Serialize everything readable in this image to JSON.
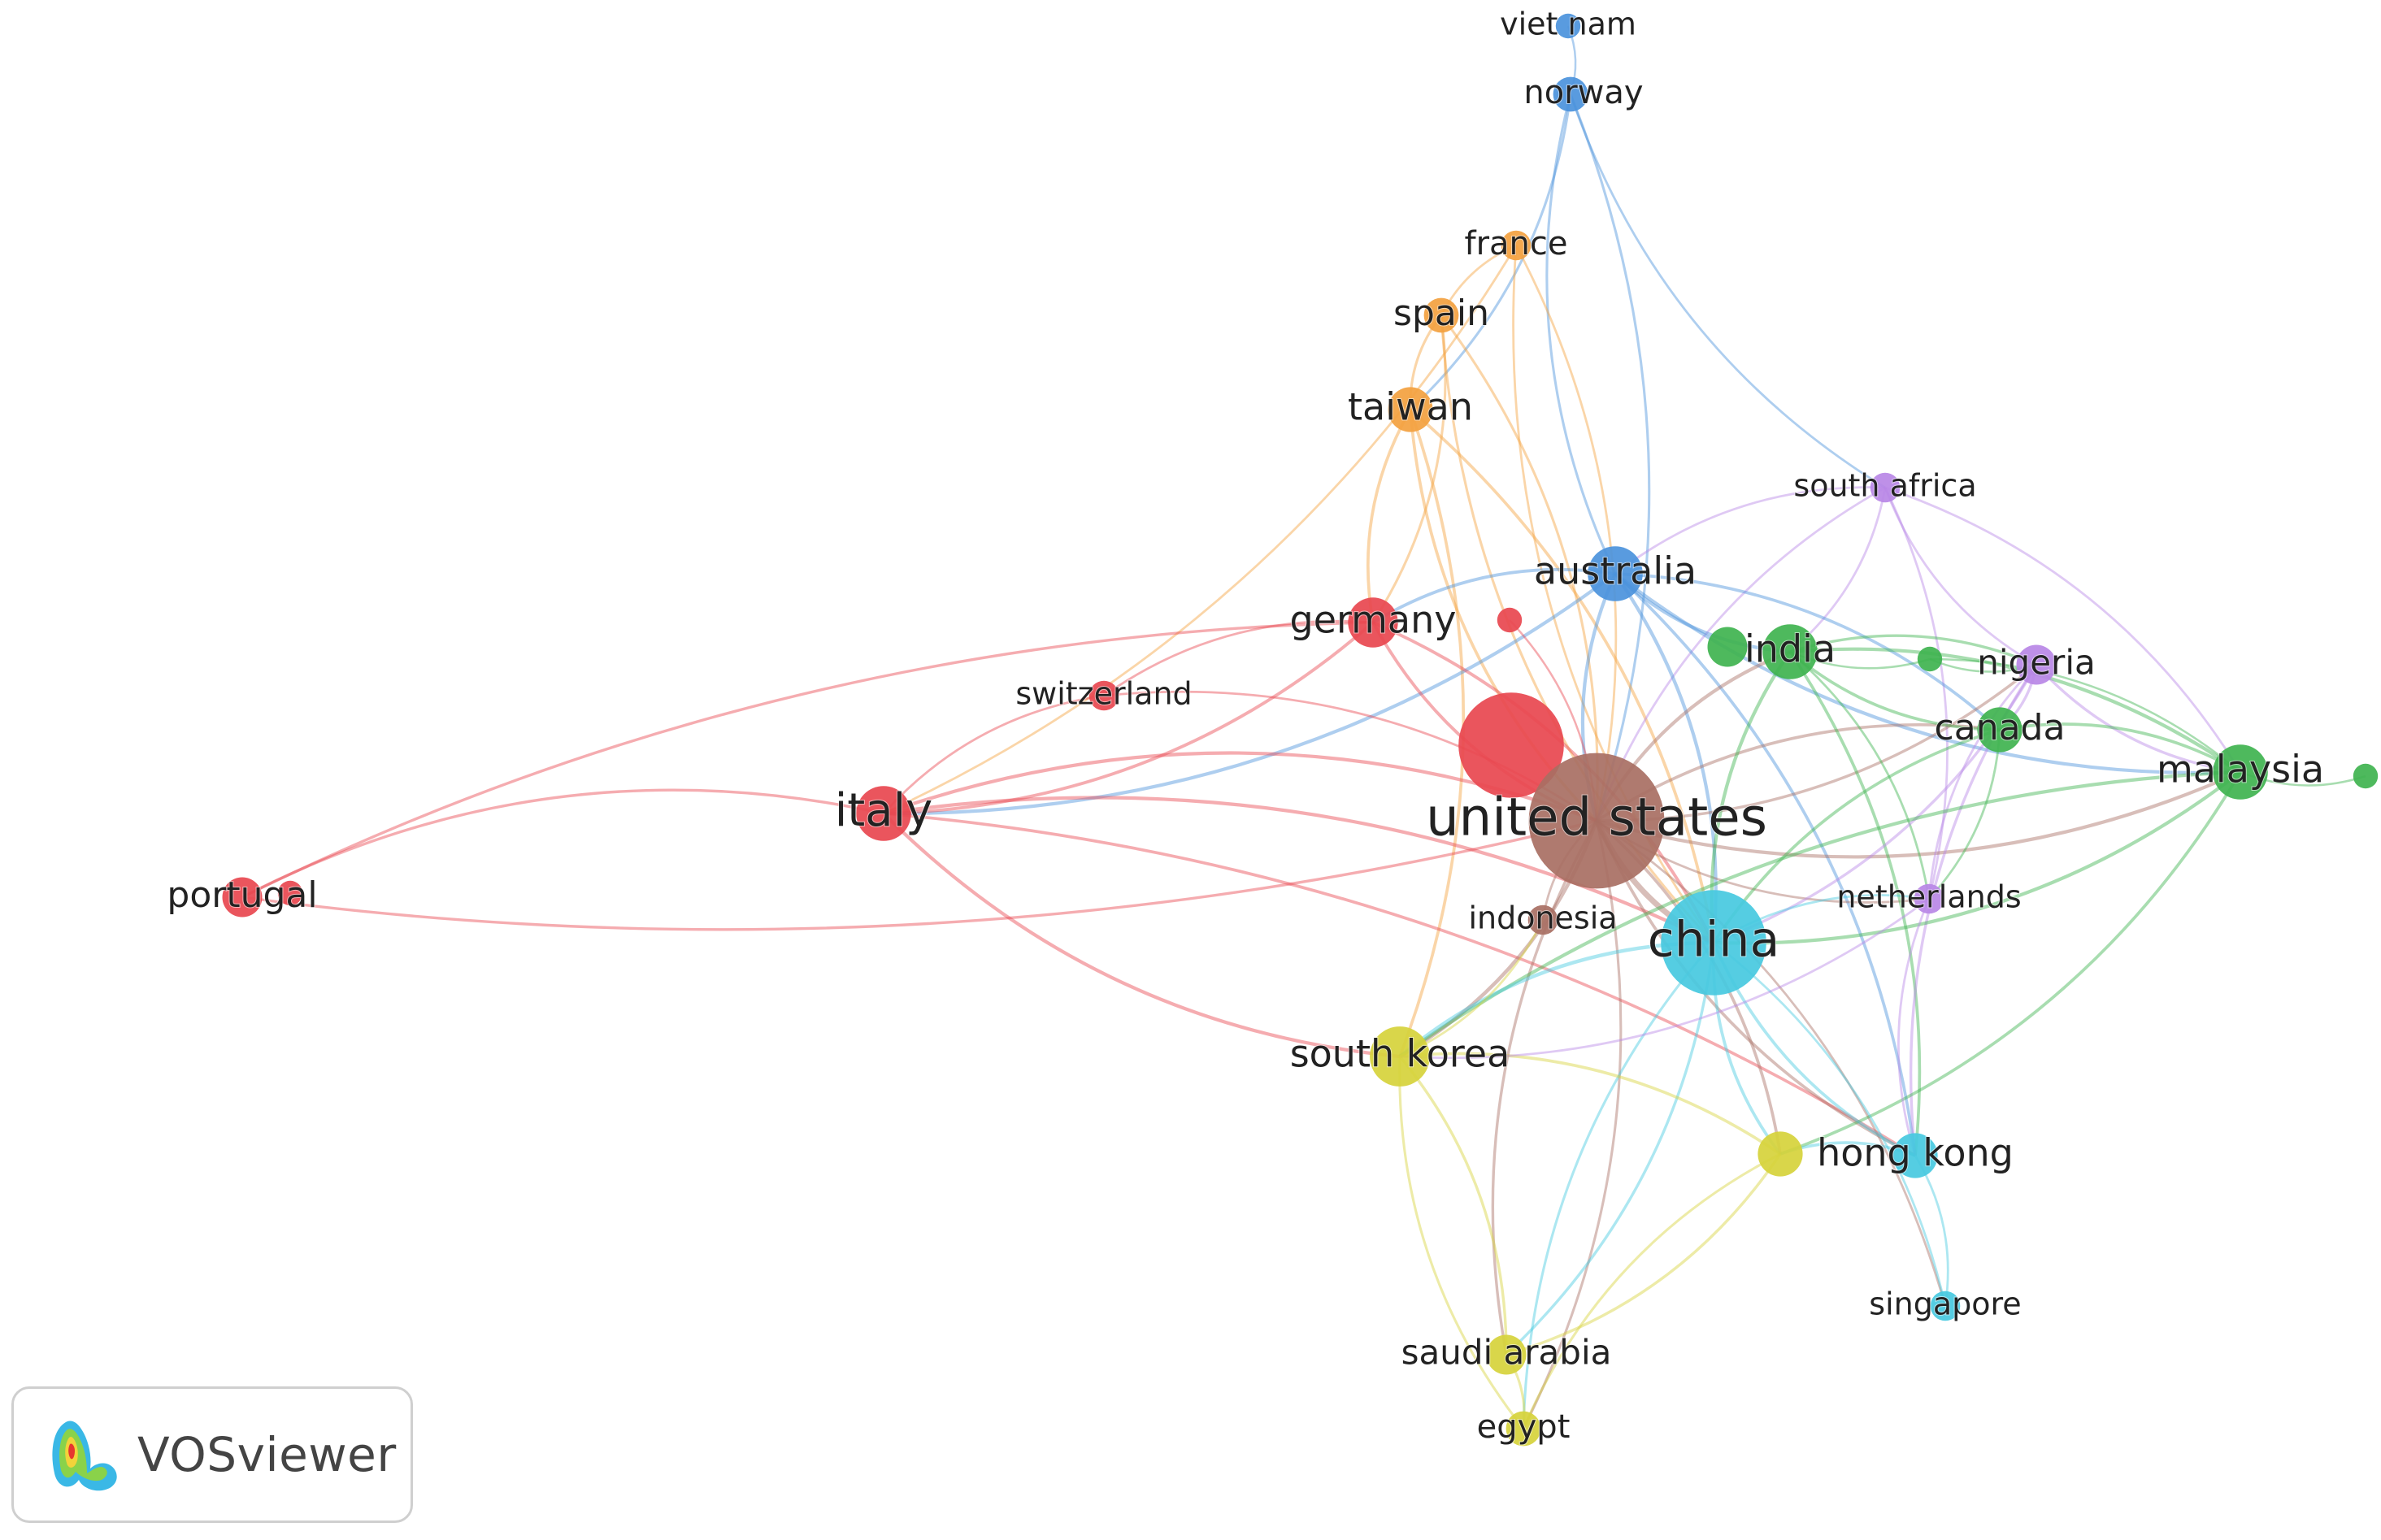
{
  "diagram": {
    "type": "network",
    "clusters": {
      "red": "#e8474f",
      "brown": "#a86f63",
      "blue": "#4b93dc",
      "orange": "#f3a13f",
      "green": "#3fb34f",
      "purple": "#b887e6",
      "cyan": "#47c9e0",
      "yellow": "#d6d33b"
    },
    "nodes": [
      {
        "id": "vietnam",
        "label": "viet nam",
        "cluster": "blue",
        "weight": 1
      },
      {
        "id": "norway",
        "label": "norway",
        "cluster": "blue",
        "weight": 2
      },
      {
        "id": "australia",
        "label": "australia",
        "cluster": "blue",
        "weight": 4
      },
      {
        "id": "france",
        "label": "france",
        "cluster": "orange",
        "weight": 1.5
      },
      {
        "id": "spain",
        "label": "spain",
        "cluster": "orange",
        "weight": 2
      },
      {
        "id": "taiwan",
        "label": "taiwan",
        "cluster": "orange",
        "weight": 3
      },
      {
        "id": "southafrica",
        "label": "south africa",
        "cluster": "purple",
        "weight": 1.5
      },
      {
        "id": "nigeria",
        "label": "nigeria",
        "cluster": "purple",
        "weight": 2.5
      },
      {
        "id": "netherlands",
        "label": "netherlands",
        "cluster": "purple",
        "weight": 1.5
      },
      {
        "id": "germany",
        "label": "germany",
        "cluster": "red",
        "weight": 3.5
      },
      {
        "id": "switzerland",
        "label": "switzerland",
        "cluster": "red",
        "weight": 1.5
      },
      {
        "id": "italy",
        "label": "italy",
        "cluster": "red",
        "weight": 4
      },
      {
        "id": "portugal",
        "label": "portugal",
        "cluster": "red",
        "weight": 2.5
      },
      {
        "id": "unlabeled_red_1",
        "label": "",
        "cluster": "red",
        "weight": 1
      },
      {
        "id": "unlabeled_red_2",
        "label": "",
        "cluster": "red",
        "weight": 1
      },
      {
        "id": "unlabeled_red_3",
        "label": "",
        "cluster": "red",
        "weight": 9
      },
      {
        "id": "unitedstates",
        "label": "united states",
        "cluster": "brown",
        "weight": 12
      },
      {
        "id": "indonesia",
        "label": "indonesia",
        "cluster": "brown",
        "weight": 1.5
      },
      {
        "id": "india",
        "label": "india",
        "cluster": "green",
        "weight": 4
      },
      {
        "id": "unlabeled_green_1",
        "label": "",
        "cluster": "green",
        "weight": 2.5
      },
      {
        "id": "unlabeled_green_2",
        "label": "",
        "cluster": "green",
        "weight": 1
      },
      {
        "id": "canada",
        "label": "canada",
        "cluster": "green",
        "weight": 3
      },
      {
        "id": "malaysia",
        "label": "malaysia",
        "cluster": "green",
        "weight": 4
      },
      {
        "id": "unlabeled_green_3",
        "label": "",
        "cluster": "green",
        "weight": 1
      },
      {
        "id": "china",
        "label": "china",
        "cluster": "cyan",
        "weight": 9
      },
      {
        "id": "hongkong",
        "label": "hong kong",
        "cluster": "cyan",
        "weight": 3
      },
      {
        "id": "singapore",
        "label": "singapore",
        "cluster": "cyan",
        "weight": 1.5
      },
      {
        "id": "southkorea",
        "label": "south korea",
        "cluster": "yellow",
        "weight": 4.5
      },
      {
        "id": "unlabeled_yellow_1",
        "label": "",
        "cluster": "yellow",
        "weight": 3
      },
      {
        "id": "saudiarabia",
        "label": "saudi arabia",
        "cluster": "yellow",
        "weight": 2.5
      },
      {
        "id": "egypt",
        "label": "egypt",
        "cluster": "yellow",
        "weight": 2
      }
    ],
    "links": [
      [
        "vietnam",
        "norway"
      ],
      [
        "norway",
        "australia"
      ],
      [
        "norway",
        "taiwan"
      ],
      [
        "norway",
        "southafrica"
      ],
      [
        "norway",
        "unitedstates"
      ],
      [
        "france",
        "spain"
      ],
      [
        "france",
        "unitedstates"
      ],
      [
        "france",
        "china"
      ],
      [
        "france",
        "italy"
      ],
      [
        "spain",
        "taiwan"
      ],
      [
        "spain",
        "unitedstates"
      ],
      [
        "spain",
        "china"
      ],
      [
        "spain",
        "germany"
      ],
      [
        "taiwan",
        "unitedstates"
      ],
      [
        "taiwan",
        "china"
      ],
      [
        "taiwan",
        "germany"
      ],
      [
        "taiwan",
        "southkorea"
      ],
      [
        "southafrica",
        "australia"
      ],
      [
        "southafrica",
        "india"
      ],
      [
        "southafrica",
        "nigeria"
      ],
      [
        "southafrica",
        "malaysia"
      ],
      [
        "southafrica",
        "unitedstates"
      ],
      [
        "southafrica",
        "netherlands"
      ],
      [
        "australia",
        "unitedstates"
      ],
      [
        "australia",
        "china"
      ],
      [
        "australia",
        "india"
      ],
      [
        "australia",
        "italy"
      ],
      [
        "australia",
        "malaysia"
      ],
      [
        "australia",
        "hongkong"
      ],
      [
        "australia",
        "germany"
      ],
      [
        "australia",
        "canada"
      ],
      [
        "germany",
        "unitedstates"
      ],
      [
        "germany",
        "italy"
      ],
      [
        "germany",
        "switzerland"
      ],
      [
        "germany",
        "china"
      ],
      [
        "germany",
        "portugal"
      ],
      [
        "switzerland",
        "unitedstates"
      ],
      [
        "switzerland",
        "italy"
      ],
      [
        "italy",
        "unitedstates"
      ],
      [
        "italy",
        "portugal"
      ],
      [
        "italy",
        "china"
      ],
      [
        "italy",
        "southkorea"
      ],
      [
        "italy",
        "hongkong"
      ],
      [
        "portugal",
        "unitedstates"
      ],
      [
        "unlabeled_red_1",
        "unitedstates"
      ],
      [
        "unitedstates",
        "china"
      ],
      [
        "unitedstates",
        "india"
      ],
      [
        "unitedstates",
        "nigeria"
      ],
      [
        "unitedstates",
        "canada"
      ],
      [
        "unitedstates",
        "malaysia"
      ],
      [
        "unitedstates",
        "southkorea"
      ],
      [
        "unitedstates",
        "hongkong"
      ],
      [
        "unitedstates",
        "singapore"
      ],
      [
        "unitedstates",
        "saudiarabia"
      ],
      [
        "unitedstates",
        "egypt"
      ],
      [
        "unitedstates",
        "netherlands"
      ],
      [
        "unitedstates",
        "unlabeled_yellow_1"
      ],
      [
        "unitedstates",
        "indonesia"
      ],
      [
        "india",
        "nigeria"
      ],
      [
        "india",
        "canada"
      ],
      [
        "india",
        "malaysia"
      ],
      [
        "india",
        "china"
      ],
      [
        "india",
        "netherlands"
      ],
      [
        "india",
        "unlabeled_green_2"
      ],
      [
        "india",
        "hongkong"
      ],
      [
        "unlabeled_green_2",
        "nigeria"
      ],
      [
        "unlabeled_green_2",
        "malaysia"
      ],
      [
        "nigeria",
        "malaysia"
      ],
      [
        "nigeria",
        "canada"
      ],
      [
        "nigeria",
        "netherlands"
      ],
      [
        "nigeria",
        "china"
      ],
      [
        "nigeria",
        "hongkong"
      ],
      [
        "canada",
        "malaysia"
      ],
      [
        "canada",
        "china"
      ],
      [
        "canada",
        "netherlands"
      ],
      [
        "malaysia",
        "unlabeled_green_3"
      ],
      [
        "malaysia",
        "china"
      ],
      [
        "malaysia",
        "southkorea"
      ],
      [
        "malaysia",
        "unlabeled_yellow_1"
      ],
      [
        "china",
        "hongkong"
      ],
      [
        "china",
        "singapore"
      ],
      [
        "china",
        "southkorea"
      ],
      [
        "china",
        "netherlands"
      ],
      [
        "china",
        "unlabeled_yellow_1"
      ],
      [
        "china",
        "saudiarabia"
      ],
      [
        "china",
        "egypt"
      ],
      [
        "hongkong",
        "singapore"
      ],
      [
        "hongkong",
        "unlabeled_yellow_1"
      ],
      [
        "southkorea",
        "saudiarabia"
      ],
      [
        "southkorea",
        "egypt"
      ],
      [
        "southkorea",
        "unlabeled_yellow_1"
      ],
      [
        "southkorea",
        "indonesia"
      ],
      [
        "saudiarabia",
        "egypt"
      ],
      [
        "saudiarabia",
        "unlabeled_yellow_1"
      ],
      [
        "egypt",
        "unlabeled_yellow_1"
      ],
      [
        "netherlands",
        "hongkong"
      ],
      [
        "netherlands",
        "southkorea"
      ]
    ]
  },
  "logo": {
    "text": "VOSviewer"
  }
}
